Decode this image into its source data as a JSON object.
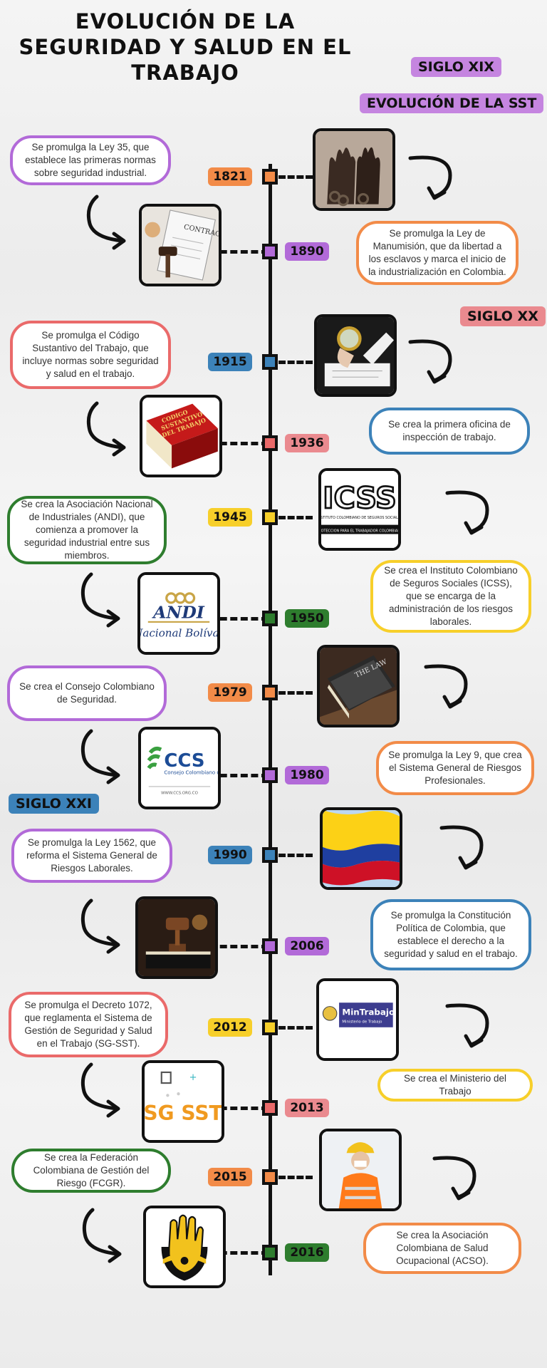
{
  "title": "EVOLUCIÓN DE LA\nSEGURIDAD Y SALUD EN EL\nTRABAJO",
  "centuries": {
    "xix": "SIGLO XIX",
    "xx": "SIGLO XX",
    "xxi": "SIGLO XXI"
  },
  "subtitle": "EVOLUCIÓN DE LA SST",
  "colors": {
    "orange": "#f28b48",
    "purple": "#b26ad8",
    "blue": "#3c82b9",
    "red": "#ea6a6a",
    "yellow": "#f7cf2a",
    "green": "#2e7d2e",
    "pink": "#ea8a8f"
  },
  "events": [
    {
      "year": "1821",
      "text": "Se promulga la Ley 35, que establece las primeras normas sobre seguridad industrial.",
      "icon": "chained-hands-image"
    },
    {
      "year": "1890",
      "text": "Se promulga la Ley de Manumisión, que da libertad a los esclavos y marca el inicio de la industrialización en Colombia.",
      "icon": "contract-gavel-image"
    },
    {
      "year": "1915",
      "text": "Se promulga el Código Sustantivo del Trabajo, que incluye normas sobre seguridad y salud en el trabajo.",
      "icon": "magnifier-inspection-image"
    },
    {
      "year": "1936",
      "text": "Se crea la primera oficina de inspección de trabajo.",
      "icon": "codigo-sustantivo-book-image"
    },
    {
      "year": "1945",
      "text": "Se crea la Asociación Nacional de Industriales (ANDI), que comienza a promover la seguridad industrial entre sus miembros.",
      "icon": "icss-logo-image"
    },
    {
      "year": "1950",
      "text": "Se crea el Instituto Colombiano de Seguros Sociales (ICSS), que se encarga de la administración de los riesgos laborales.",
      "icon": "andi-logo-image"
    },
    {
      "year": "1979",
      "text": "Se crea el Consejo Colombiano de Seguridad.",
      "icon": "law-book-image"
    },
    {
      "year": "1980",
      "text": "Se promulga la Ley 9, que crea el Sistema General de Riesgos Profesionales.",
      "icon": "ccs-logo-image"
    },
    {
      "year": "1990",
      "text": "Se promulga la Ley 1562, que reforma el Sistema General de Riesgos Laborales.",
      "icon": "colombia-flag-image"
    },
    {
      "year": "2006",
      "text": "Se promulga la Constitución Política de Colombia, que establece el derecho a la seguridad y salud en el trabajo.",
      "icon": "gavel-book-image"
    },
    {
      "year": "2012",
      "text": "Se promulga el Decreto 1072, que reglamenta el Sistema de Gestión de Seguridad y Salud en el Trabajo (SG-SST).",
      "icon": "mintrabajo-logo-image"
    },
    {
      "year": "2013",
      "text": "Se crea el Ministerio del Trabajo",
      "icon": "sg-sst-image"
    },
    {
      "year": "2015",
      "text": "Se crea la Federación Colombiana de Gestión del Riesgo (FCGR).",
      "icon": "safety-worker-image"
    },
    {
      "year": "2016",
      "text": "Se crea la Asociación Colombiana de Salud Ocupacional (ACSO).",
      "icon": "hand-shield-logo-image"
    }
  ],
  "image_text": {
    "contract": "CONTRACT",
    "codigo": "CODIGO\nSUSTANTIVO\nDEL TRABAJO",
    "icss": "ICSS",
    "icss_sub": "INSTITUTO COLOMBIANO DE SEGUROS SOCIALES",
    "icss_band": "PROTECCION PARA EL TRABAJADOR COLOMBIANO",
    "andi": "ANDI",
    "andi_sub": "Nacional Bolívar",
    "law": "THE LAW",
    "ccs": "CCS",
    "ccs_sub": "Consejo Colombiano de Seguridad",
    "ccs_url": "WWW.CCS.ORG.CO",
    "mintrabajo": "MinTrabajo",
    "mintrabajo_sub": "Ministerio de Trabajo",
    "sgsst": "SG SST"
  }
}
